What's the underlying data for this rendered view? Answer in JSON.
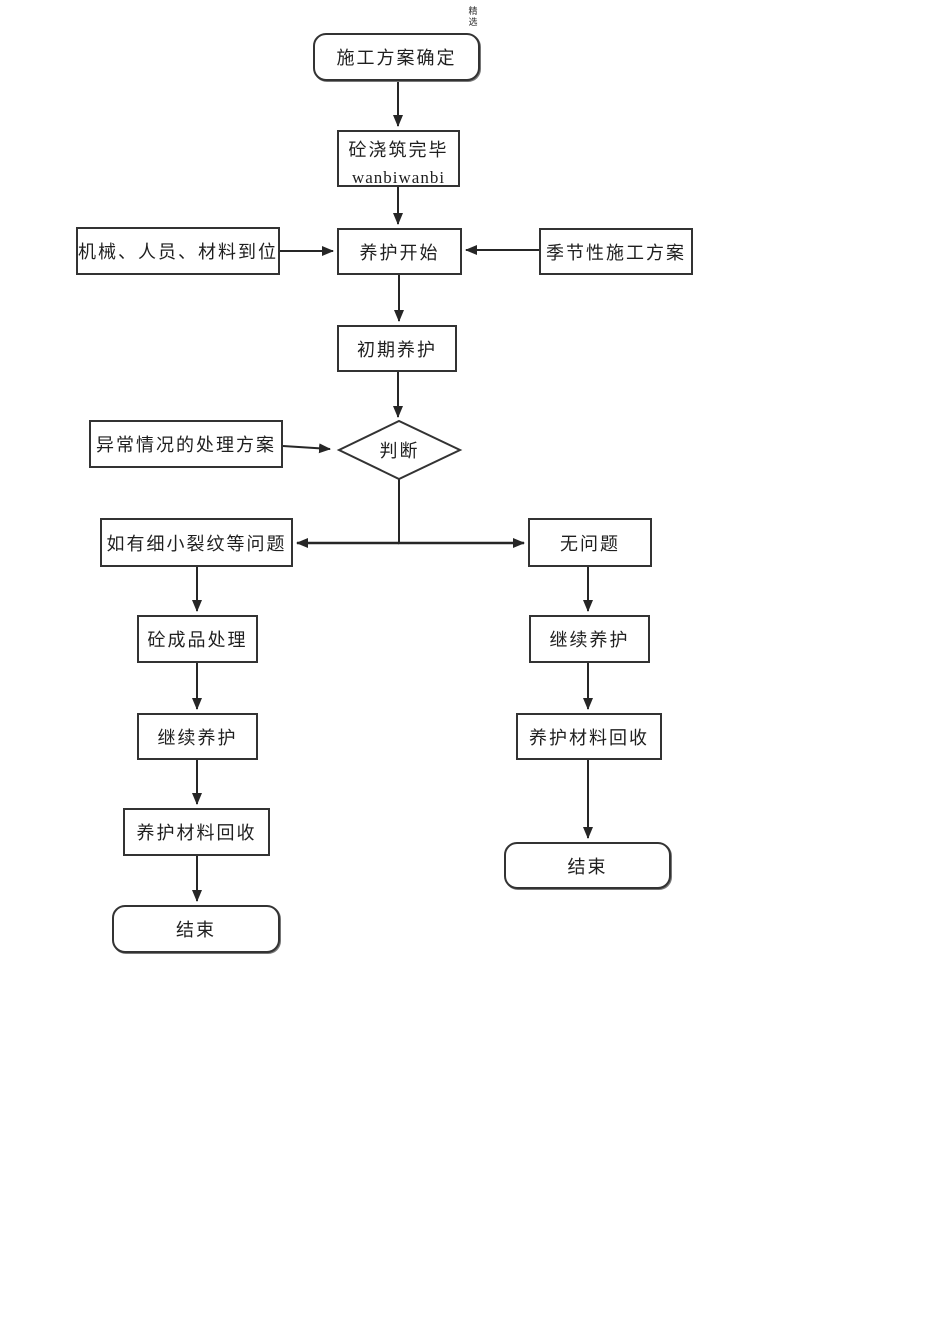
{
  "corner_mark": "精选",
  "nodes": {
    "start": "施工方案确定",
    "pour_done": "砼浇筑完毕",
    "pour_done_sub": "wanbiwanbi",
    "ready": "机械、人员、材料到位",
    "cure_start": "养护开始",
    "seasonal": "季节性施工方案",
    "initial_cure": "初期养护",
    "abnormal": "异常情况的处理方案",
    "judge": "判断",
    "crack": "如有细小裂纹等问题",
    "no_problem": "无问题",
    "product_handle": "砼成品处理",
    "continue_left": "继续养护",
    "recycle_left": "养护材料回收",
    "end_left": "结束",
    "continue_right": "继续养护",
    "recycle_right": "养护材料回收",
    "end_right": "结束"
  },
  "colors": {
    "background": "#ffffff",
    "line": "#262626",
    "border": "#333333",
    "text": "#1f1f1f"
  }
}
